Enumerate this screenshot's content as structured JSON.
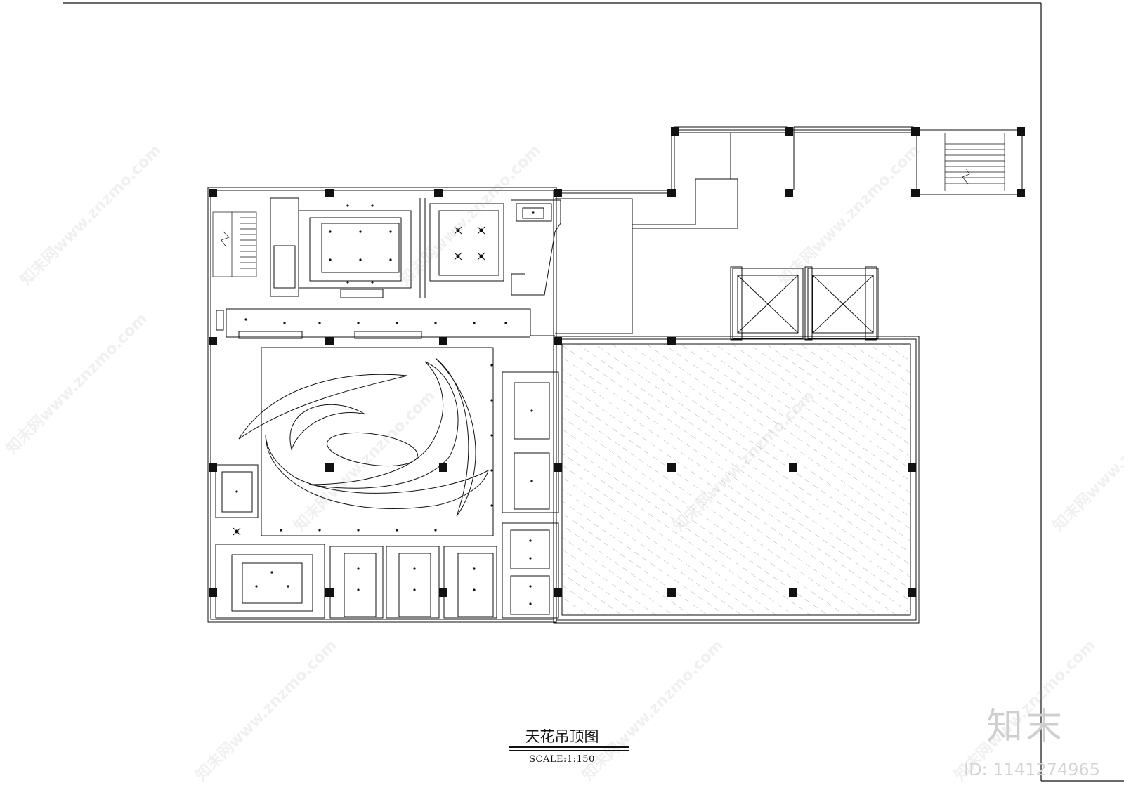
{
  "drawing": {
    "title": "天花吊顶图",
    "scale": "SCALE:1:150"
  },
  "brand": {
    "logo_text": "知末",
    "id_text": "ID: 1141274965"
  },
  "watermark": {
    "text": "知末网www.znzmo.com"
  },
  "colors": {
    "line": "#111111",
    "hatch": "#9a9a9a",
    "watermark": "#a0a0a0"
  }
}
